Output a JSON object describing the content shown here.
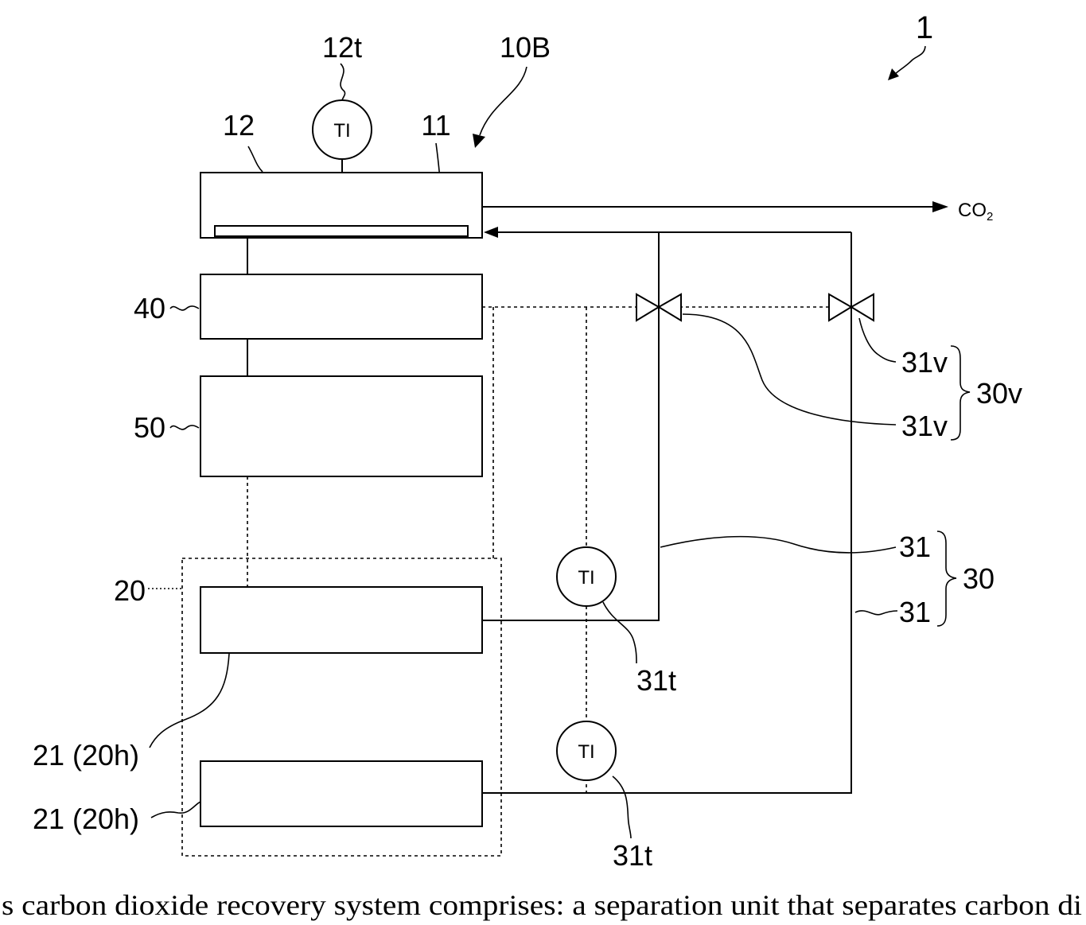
{
  "colors": {
    "line": "#000000",
    "background": "#ffffff"
  },
  "figure": {
    "label": "1"
  },
  "unit_10B": {
    "label": "10B"
  },
  "chamber_12": {
    "label": "12"
  },
  "element_11": {
    "label": "11"
  },
  "sensor_12t": {
    "label": "12t",
    "symbol": "TI"
  },
  "outlet": {
    "gas": "CO",
    "subscript": "2"
  },
  "unit_40": {
    "label": "40"
  },
  "unit_50": {
    "label": "50"
  },
  "group_20": {
    "label": "20"
  },
  "heater_upper": {
    "label": "21 (20h)"
  },
  "heater_lower": {
    "label": "21 (20h)"
  },
  "sensor_31t_upper": {
    "label": "31t",
    "symbol": "TI"
  },
  "sensor_31t_lower": {
    "label": "31t",
    "symbol": "TI"
  },
  "valves": {
    "upper_label": "31v",
    "lower_label": "31v",
    "group_label": "30v"
  },
  "pipes": {
    "upper_label": "31",
    "lower_label": "31",
    "group_label": "30"
  },
  "caption": "s carbon dioxide recovery system comprises: a separation unit that separates carbon di"
}
